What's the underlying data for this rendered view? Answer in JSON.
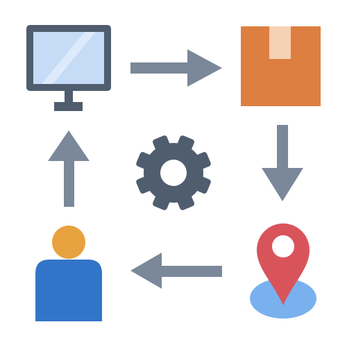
{
  "diagram": {
    "nodes": [
      {
        "id": "computer",
        "icon": "monitor-icon"
      },
      {
        "id": "package",
        "icon": "package-box-icon"
      },
      {
        "id": "location",
        "icon": "map-pin-icon"
      },
      {
        "id": "customer",
        "icon": "user-icon"
      }
    ],
    "center": {
      "icon": "gear-icon"
    },
    "flow": [
      {
        "from": "computer",
        "to": "package",
        "direction": "right"
      },
      {
        "from": "package",
        "to": "location",
        "direction": "down"
      },
      {
        "from": "location",
        "to": "customer",
        "direction": "left"
      },
      {
        "from": "customer",
        "to": "computer",
        "direction": "up"
      }
    ]
  },
  "colors": {
    "background": "#ffffff",
    "monitor_frame": "#4f5d6e",
    "monitor_screen": "#c5dbf6",
    "monitor_glare": "#ddeafb",
    "box_body": "#dd7f40",
    "box_tape": "#f5d2b4",
    "arrow": "#7a8899",
    "gear": "#4f5d6e",
    "pin": "#d9545a",
    "pin_base": "#79b1ef",
    "person_head": "#e8a13f",
    "person_body": "#3275c8"
  }
}
